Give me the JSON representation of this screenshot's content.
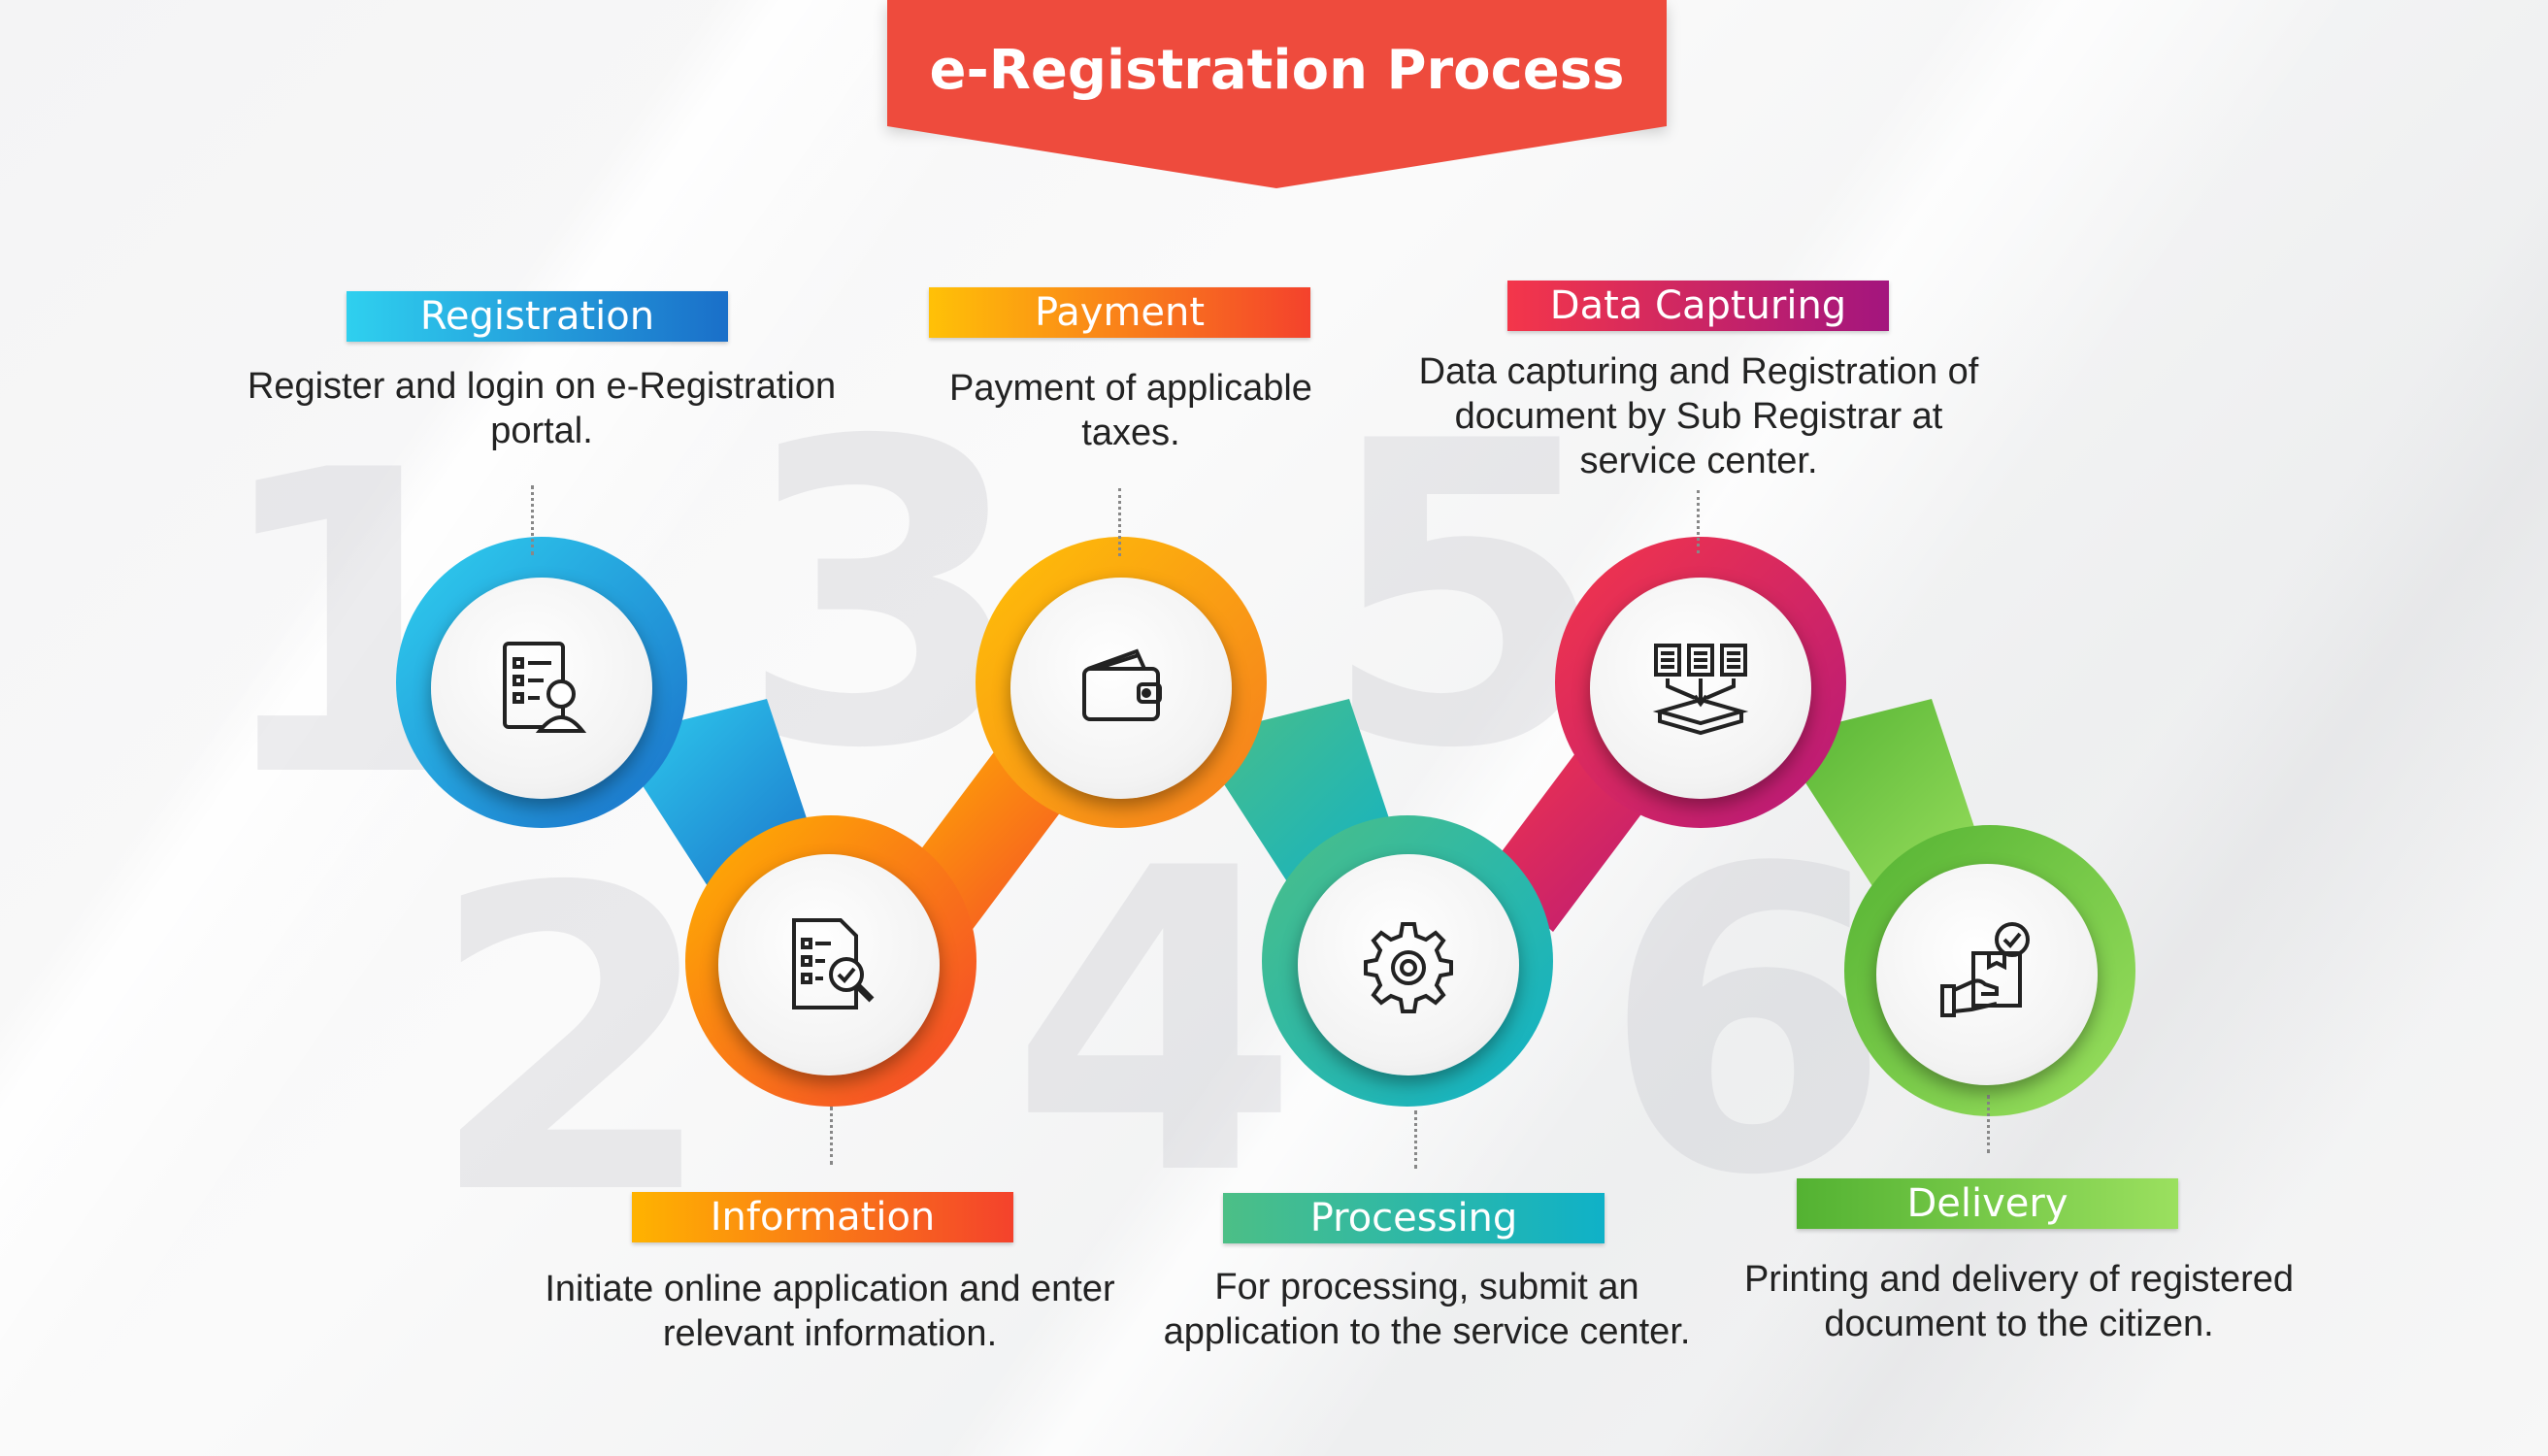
{
  "title": "e-Registration Process",
  "steps": [
    {
      "number": "1",
      "label": "Registration",
      "description": "Register and login on e-Registration portal.",
      "icon": "form-user-icon",
      "colors": [
        "#2fd0ef",
        "#1a6fc9"
      ]
    },
    {
      "number": "2",
      "label": "Information",
      "description": "Initiate online application and enter relevant information.",
      "icon": "document-search-icon",
      "colors": [
        "#ffb300",
        "#f4422c"
      ]
    },
    {
      "number": "3",
      "label": "Payment",
      "description": "Payment of applicable taxes.",
      "icon": "wallet-icon",
      "colors": [
        "#ffc107",
        "#f4422c"
      ]
    },
    {
      "number": "4",
      "label": "Processing",
      "description": "For processing, submit an application to the service center.",
      "icon": "gear-icon",
      "colors": [
        "#4cbf86",
        "#0fb1c8"
      ]
    },
    {
      "number": "5",
      "label": "Data Capturing",
      "description": "Data capturing and Registration of document by Sub Registrar at service center.",
      "icon": "data-capture-icon",
      "colors": [
        "#f4364a",
        "#a3157e"
      ]
    },
    {
      "number": "6",
      "label": "Delivery",
      "description": "Printing and delivery of registered document to the citizen.",
      "icon": "delivery-icon",
      "colors": [
        "#53b232",
        "#9be05f"
      ]
    }
  ]
}
